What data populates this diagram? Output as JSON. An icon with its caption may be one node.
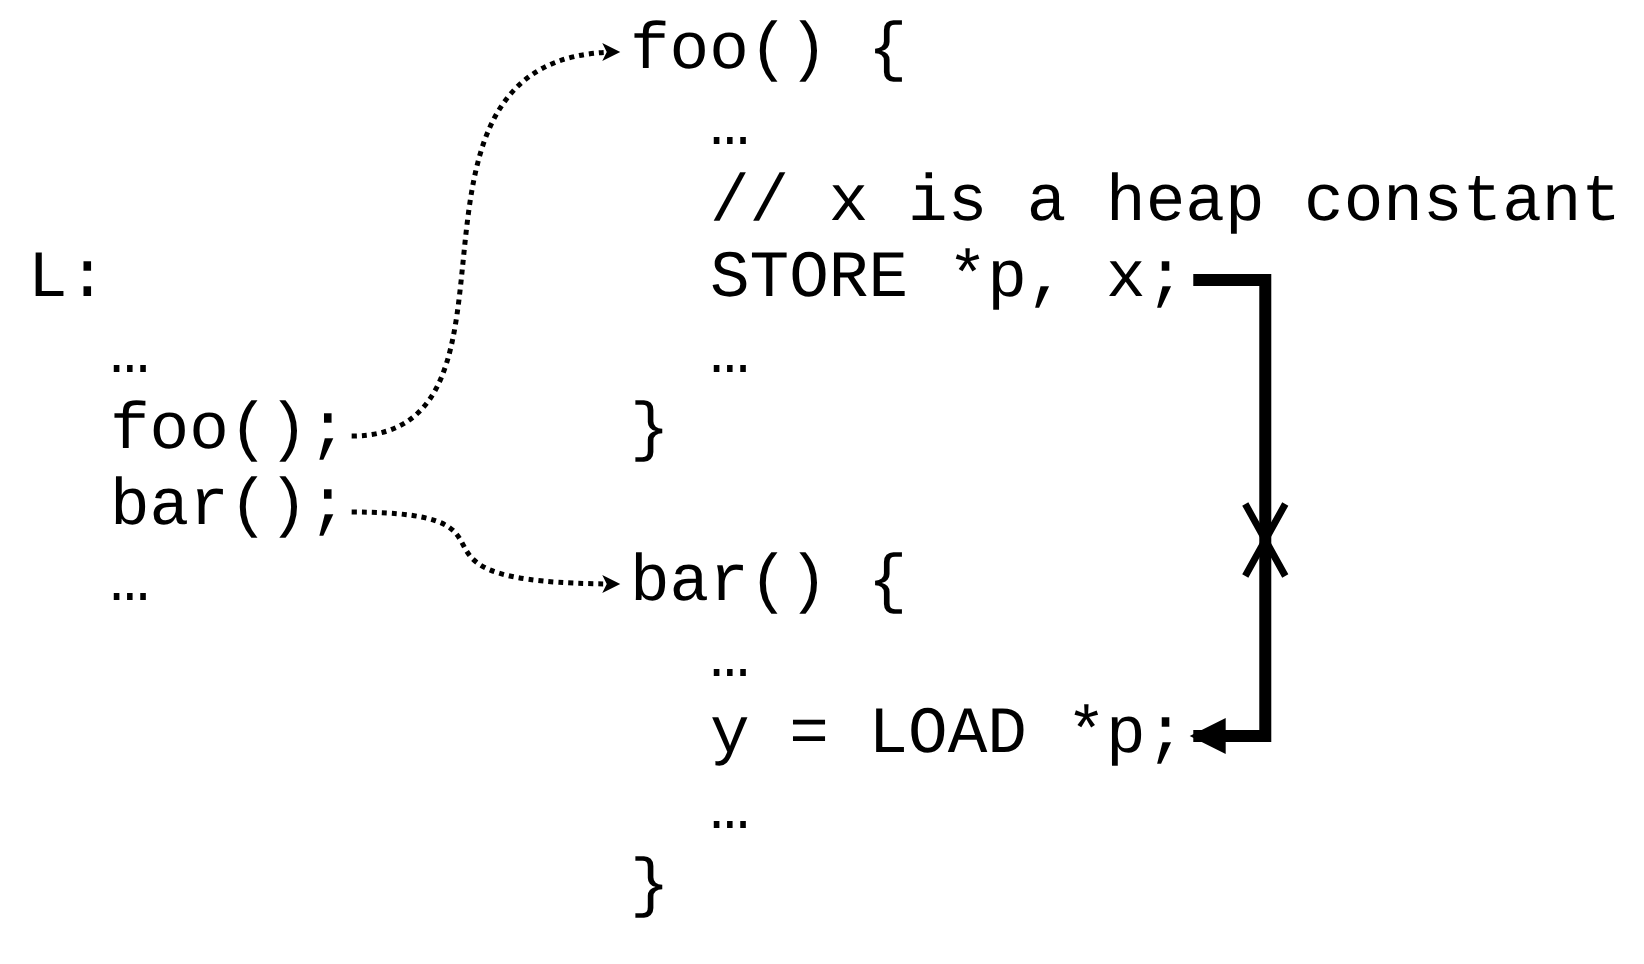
{
  "diagram": {
    "nodes": [
      {
        "text": [
          "foo();"
        ]
      },
      {
        "text": [
          "bar();"
        ]
      },
      {
        "text": [
          "foo() {"
        ]
      },
      {
        "text": [
          "bar() {"
        ]
      },
      {
        "text": [
          "STORE *p, x;"
        ]
      },
      {
        "text": [
          "y = LOAD *p;"
        ]
      }
    ],
    "edges": [
      {
        "from": 0,
        "to": 2,
        "arrow": "to",
        "style": "dashed"
      },
      {
        "from": 1,
        "to": 3,
        "arrow": "to",
        "style": "dashed"
      },
      {
        "from": 4,
        "to": 5,
        "arrow": "to",
        "style": "thick"
      }
    ],
    "labels": [
      "L:",
      "…",
      "…",
      "// x is a heap constant",
      "…",
      "}",
      "…",
      "…",
      "…",
      "}"
    ]
  }
}
